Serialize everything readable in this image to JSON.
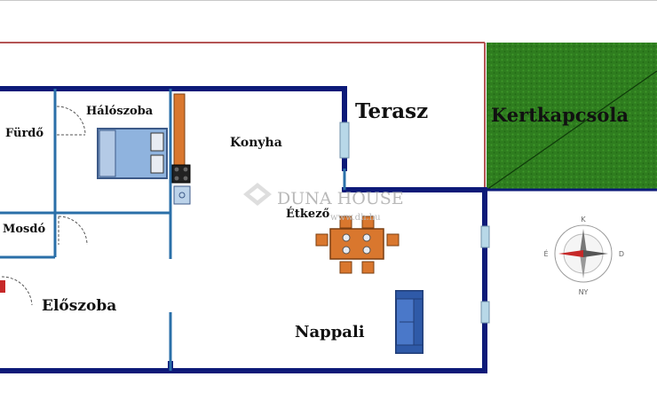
{
  "plan": {
    "rooms": {
      "furdo": "Fürdő",
      "haloszoba": "Hálószoba",
      "konyha": "Konyha",
      "terasz": "Terasz",
      "kertkapcsolat": "Kertkapcsola",
      "mosdo": "Mosdó",
      "etkezo": "Étkező",
      "eloszoba": "Előszoba",
      "nappali": "Nappali"
    },
    "watermark": {
      "brand": "DUNA HOUSE",
      "url": "www.dh.hu"
    },
    "compass": {
      "north": "É",
      "east": "K",
      "south": "D",
      "west": "NY"
    }
  },
  "colors": {
    "walls": "#0d1a78",
    "window": "#b8d8e8",
    "outer_line": "#b45454",
    "garden": "#2f7d1f",
    "furniture": "#d9772e",
    "bed": "#8fb3de",
    "sofa": "#4a78c9",
    "door": "#555555"
  }
}
